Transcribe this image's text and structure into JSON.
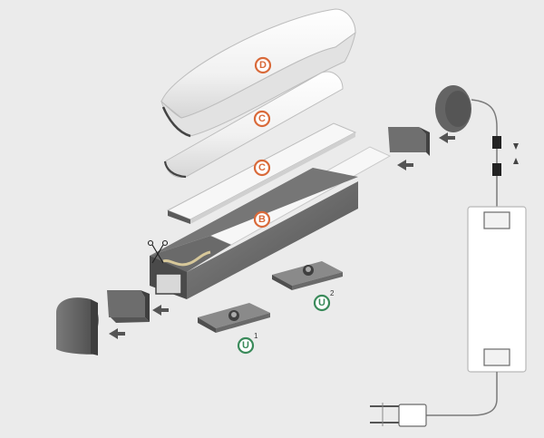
{
  "labels": {
    "d": "D",
    "c_upper": "C",
    "c_lower": "C",
    "b": "B",
    "u1": "U",
    "u1_index": "1",
    "u2": "U",
    "u2_index": "2"
  },
  "icons": [
    "scissors-icon",
    "arrow-icon",
    "compress-arrows-icon",
    "power-plug-icon"
  ],
  "colors": {
    "background": "#ebebeb",
    "label_orange": "#d96a3a",
    "label_green": "#3a8a5a",
    "profile_dark": "#5d5d5d",
    "cover_white": "#f7f7f7"
  }
}
